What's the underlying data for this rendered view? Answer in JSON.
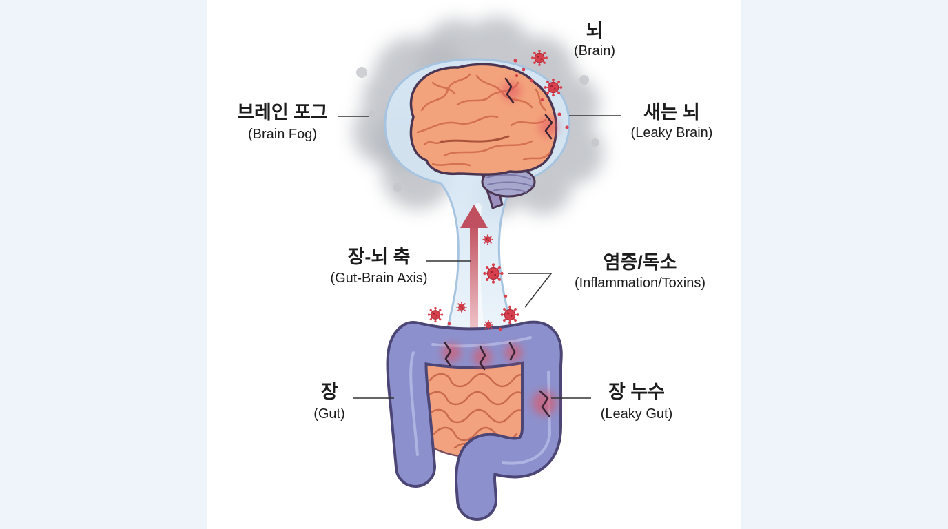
{
  "diagram": {
    "labels": {
      "brain": {
        "ko": "뇌",
        "en": "(Brain)"
      },
      "brain_fog": {
        "ko": "브레인 포그",
        "en": "(Brain Fog)"
      },
      "leaky_brain": {
        "ko": "새는 뇌",
        "en": "(Leaky Brain)"
      },
      "gut_brain_axis": {
        "ko": "장-뇌 축",
        "en": "(Gut-Brain Axis)"
      },
      "inflammation_toxins": {
        "ko": "염증/독소",
        "en": "(Inflammation/Toxins)"
      },
      "gut": {
        "ko": "장",
        "en": "(Gut)"
      },
      "leaky_gut": {
        "ko": "장 누수",
        "en": "(Leaky Gut)"
      }
    },
    "icons": [
      "brain-icon",
      "fog-cloud-icon",
      "virus-particle-icon",
      "up-arrow-icon",
      "intestine-icon"
    ]
  },
  "colors": {
    "background_edge": "#eef4f9",
    "panel": "#ffffff",
    "brain": "#f3a37c",
    "brain_outline": "#4a3553",
    "gyrus": "#d4714f",
    "cerebellum": "#a7a6cc",
    "brainstem": "#9a8fbd",
    "barrier": "#d5e6f4",
    "barrier_outline": "#a6c4e0",
    "fog": "#c3c6cb",
    "particle": "#d8404e",
    "arrow": "#c0505f",
    "colon": "#8c91cd",
    "colon_outline": "#4c4676",
    "small_intestine": "#f2a27f",
    "label_text": "#1c1c1c",
    "leader_line": "#333333"
  }
}
